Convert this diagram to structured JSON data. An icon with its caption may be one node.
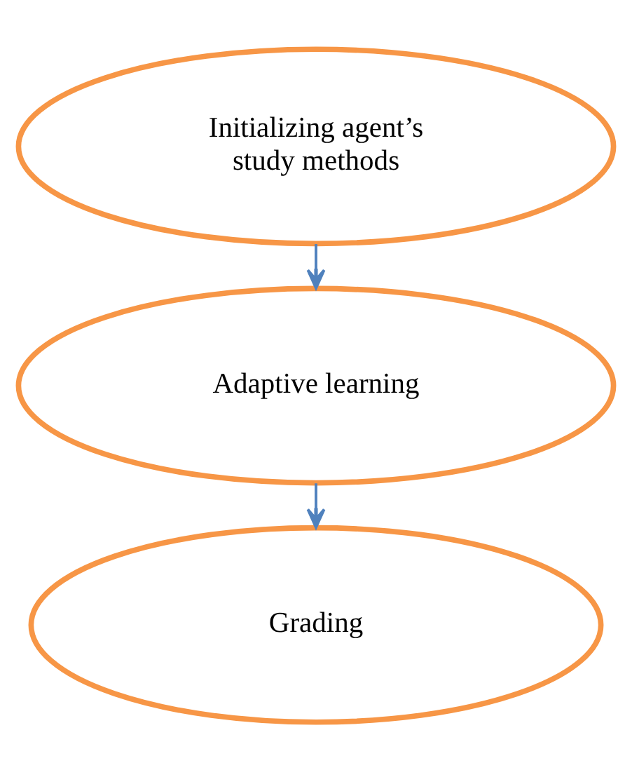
{
  "diagram": {
    "nodes": [
      {
        "text": [
          "Initializing agent’s study methods"
        ]
      },
      {
        "text": [
          "Adaptive learning"
        ]
      },
      {
        "text": [
          "Grading"
        ]
      }
    ],
    "edges": [
      {
        "from": 0,
        "to": 1,
        "arrow": "to"
      },
      {
        "from": 1,
        "to": 2,
        "arrow": "to"
      }
    ]
  }
}
